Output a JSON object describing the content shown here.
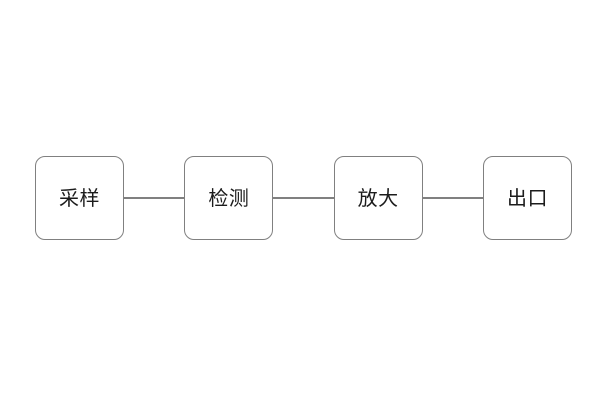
{
  "diagram": {
    "type": "flowchart",
    "orientation": "horizontal",
    "background_color": "#ffffff",
    "node_border_color": "#808080",
    "node_fill_color": "#ffffff",
    "connector_color": "#808080",
    "label_color": "#1c1c1c",
    "nodes": [
      {
        "id": "node-1",
        "label": "采样"
      },
      {
        "id": "node-2",
        "label": "检测"
      },
      {
        "id": "node-3",
        "label": "放大"
      },
      {
        "id": "node-4",
        "label": "出口"
      }
    ],
    "connectors": [
      {
        "id": "connector-1",
        "from": "node-1",
        "to": "node-2",
        "arrowhead": "none"
      },
      {
        "id": "connector-2",
        "from": "node-2",
        "to": "node-3",
        "arrowhead": "none"
      },
      {
        "id": "connector-3",
        "from": "node-3",
        "to": "node-4",
        "arrowhead": "none"
      }
    ]
  }
}
